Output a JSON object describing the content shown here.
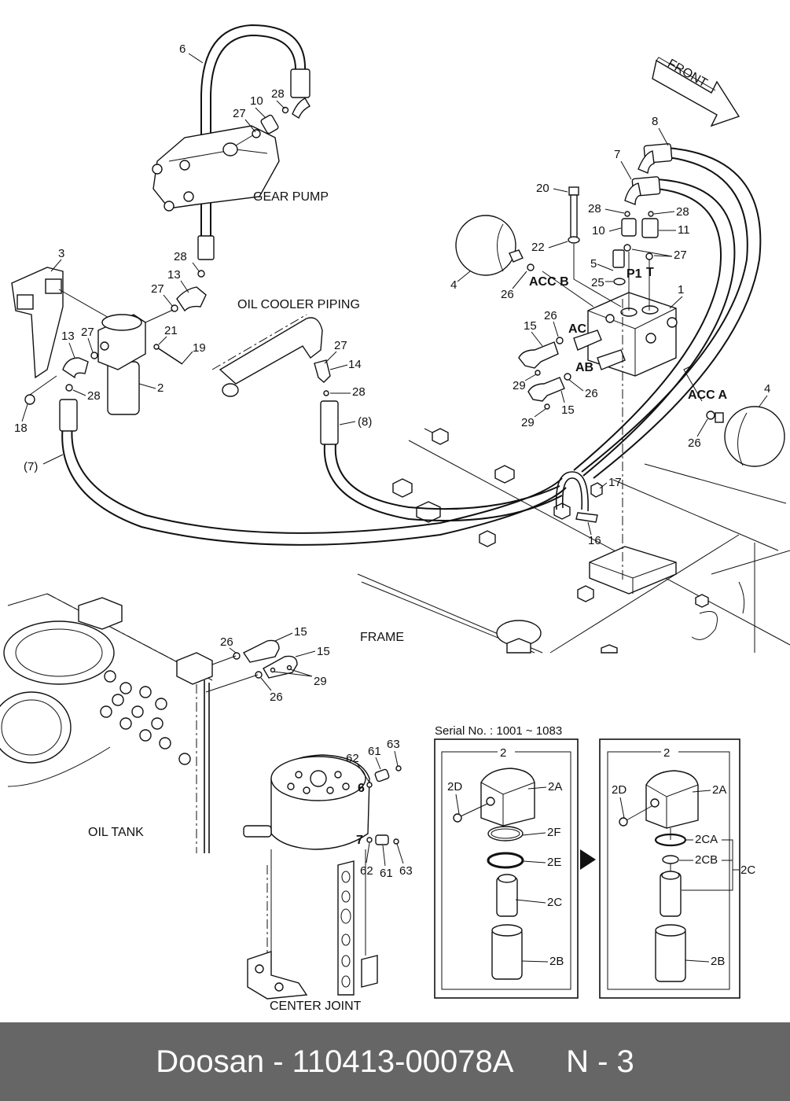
{
  "footer": {
    "brand": "Doosan",
    "separator": " - ",
    "part_number": "110413-00078A",
    "page": "N - 3",
    "background": "#666666",
    "text_color": "#ffffff"
  },
  "captions": {
    "gear_pump": "GEAR PUMP",
    "oil_cooler_piping": "OIL COOLER PIPING",
    "frame": "FRAME",
    "oil_tank": "OIL TANK",
    "center_joint": "CENTER JOINT",
    "front_arrow": "FRONT"
  },
  "port_labels": {
    "acc_b": "ACC B",
    "acc_a": "ACC A",
    "ac": "AC",
    "ab": "AB",
    "p1": "P1",
    "t": "T",
    "cj_port_6": "6",
    "cj_port_7": "7"
  },
  "callouts": {
    "gear_pump_area": [
      "6",
      "10",
      "28",
      "27"
    ],
    "filter_area": [
      "3",
      "13",
      "27",
      "28",
      "21",
      "19",
      "2",
      "13",
      "27",
      "28",
      "18",
      "(7)"
    ],
    "oil_cooler_area": [
      "27",
      "14",
      "28",
      "(8)"
    ],
    "valve_block_area": [
      "8",
      "7",
      "20",
      "28",
      "28",
      "10",
      "11",
      "22",
      "27",
      "5",
      "25",
      "4",
      "26",
      "1",
      "15",
      "26",
      "29",
      "15",
      "26",
      "29",
      "4",
      "26",
      "17",
      "16"
    ],
    "oil_tank_area": [
      "26",
      "15",
      "15",
      "29",
      "26"
    ],
    "center_joint_area": [
      "62",
      "61",
      "63",
      "62",
      "61",
      "63"
    ]
  },
  "labels": {
    "l6": "6",
    "l10a": "10",
    "l28a": "28",
    "l27a": "27",
    "l3": "3",
    "l13a": "13",
    "l27b": "27",
    "l28b": "28",
    "l21": "21",
    "l19": "19",
    "l2": "2",
    "l13b": "13",
    "l27c": "27",
    "l28c": "28",
    "l18": "18",
    "l7p": "(7)",
    "l27d": "27",
    "l14": "14",
    "l28d": "28",
    "l8p": "(8)",
    "l8": "8",
    "l7": "7",
    "l20": "20",
    "l28e": "28",
    "l28f": "28",
    "l10b": "10",
    "l11": "11",
    "l22": "22",
    "l27e": "27",
    "l5": "5",
    "l25": "25",
    "l4a": "4",
    "l26a": "26",
    "l1": "1",
    "l15a": "15",
    "l26b": "26",
    "l29a": "29",
    "l15b": "15",
    "l26c": "26",
    "l29b": "29",
    "l4b": "4",
    "l26d": "26",
    "l17": "17",
    "l16": "16",
    "l26e": "26",
    "l15c": "15",
    "l15d": "15",
    "l29c": "29",
    "l26f": "26",
    "l62a": "62",
    "l61a": "61",
    "l63a": "63",
    "l62b": "62",
    "l61b": "61",
    "l63b": "63"
  },
  "inset": {
    "serial_note": "Serial No. : 1001 ~ 1083",
    "old": {
      "group": "2",
      "parts": [
        "2D",
        "2A",
        "2F",
        "2E",
        "2C",
        "2B"
      ]
    },
    "new": {
      "group": "2",
      "parts": [
        "2D",
        "2A",
        "2CA",
        "2CB",
        "2C",
        "2B"
      ]
    }
  }
}
